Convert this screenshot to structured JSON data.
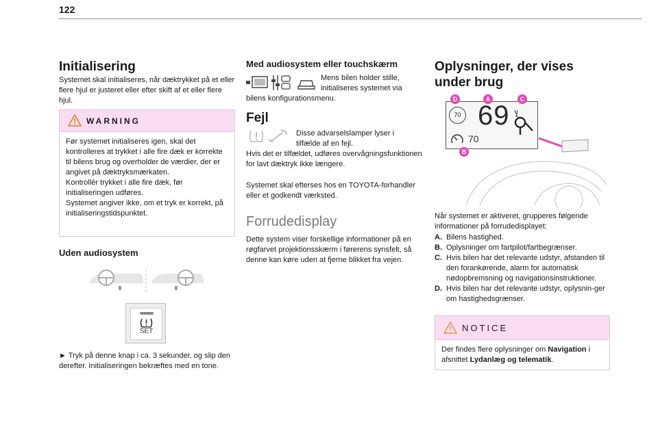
{
  "page_number": "122",
  "col1": {
    "title": "Initialisering",
    "intro": "Systemet skal initialiseres, når dæktrykket på et eller flere hjul er justeret eller efter skift af et eller flere hjul.",
    "warning": {
      "label": "WARNING",
      "p1": "Før systemet initialiseres igen, skal det kontrolleres at trykket i alle fire dæk er korrekte til bilens brug og overholder de værdier, der er angivet på dæktryksmærkaten.",
      "p2": "Kontrollér trykket i alle fire dæk, før initialiseringen udføres.",
      "p3": "Systemet angiver ikke, om et tryk er korrekt, på initialiseringstidspunktet."
    },
    "section_title": "Uden audiosystem",
    "set_label": "SET",
    "instruction": "► Tryk på denne knap i ca. 3 sekunder, og slip den derefter. Initialiseringen bekræftes med en tone."
  },
  "col2": {
    "audio_title": "Med audiosystem eller touchskærm",
    "audio_text_a": "Mens bilen holder stille, initialiseres systemet via",
    "audio_text_b": "bilens konfigurationsmenu.",
    "fejl_title": "Fejl",
    "fejl_text_a": "Disse advarselslamper lyser i tilfælde af en fejl.",
    "fejl_text_b": "Hvis det er tilfældet, udføres overvågningsfunktionen for lavt dæktryk ikke længere.",
    "fejl_text_c": "Systemet skal efterses hos en TOYOTA-forhandler eller et godkendt værksted.",
    "forrude_title": "Forrudedisplay",
    "forrude_text": "Dette system viser forskellige informationer på en røgfarvet projektionsskærm i førerens synsfelt, så denne kan køre uden at fjerne blikket fra vejen."
  },
  "col3": {
    "title_line1": "Oplysninger, der vises",
    "title_line2": "under brug",
    "hud": {
      "speed": "69",
      "limit": "70",
      "cruise": "70",
      "pin_a": "A",
      "pin_b": "B",
      "pin_c": "C",
      "pin_d": "D"
    },
    "intro": "Når systemet er aktiveret, grupperes følgende informationer på forrudedisplayet:",
    "items": [
      {
        "letter": "A.",
        "text": "Bilens hastighed."
      },
      {
        "letter": "B.",
        "text": "Oplysninger om fartpilot/fartbegrænser."
      },
      {
        "letter": "C.",
        "text": "Hvis bilen har det relevante udstyr, afstanden til den forankørende, alarm for automatisk nødopbremsning og navigationsinstruktioner."
      },
      {
        "letter": "D.",
        "text": "Hvis bilen har det relevante udstyr, oplysnin-ger om hastighedsgrænser."
      }
    ],
    "notice": {
      "label": "NOTICE",
      "text_a": "Der findes flere oplysninger om ",
      "bold_a": "Navigation",
      "text_b": " i afsnittet ",
      "bold_b": "Lydanlæg og telematik",
      "text_c": "."
    }
  },
  "colors": {
    "accent_pink": "#e24ab5",
    "box_header": "#fadcf4"
  }
}
